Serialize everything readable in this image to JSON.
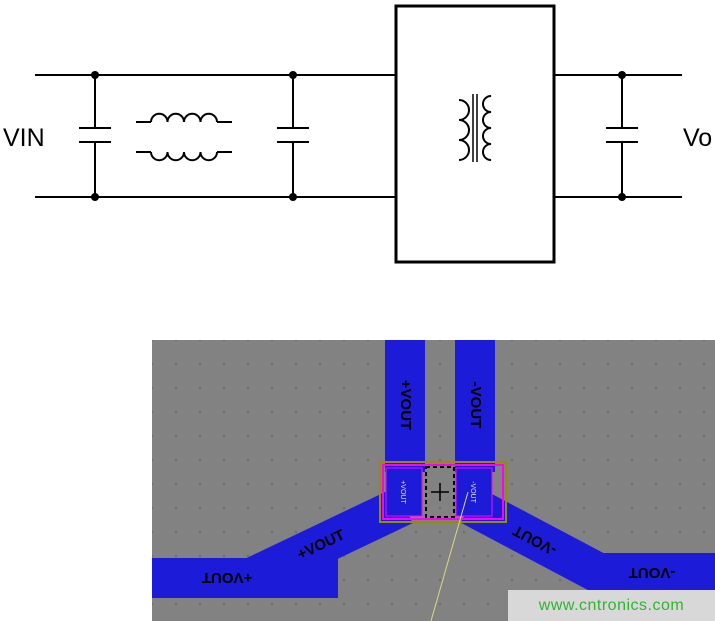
{
  "schematic": {
    "input_label": "VIN",
    "output_label": "Vo"
  },
  "pcb": {
    "trace_labels": {
      "vertical_left": "+VOUT",
      "vertical_right": "-VOUT",
      "diagonal_left": "+VOUT",
      "diagonal_right": "-VOUT",
      "horizontal_left": "+VOUT",
      "horizontal_right": "-VOUT"
    },
    "pad_labels": {
      "left": "+VOUT",
      "right": "-VOUT"
    },
    "colors": {
      "trace_blue": "#1c1cd8",
      "board_gray": "#828282",
      "footprint_outline_magenta": "#ff00ff",
      "courtyard_olive": "#8f8f00",
      "ratsnest_yellow": "#d9d980",
      "watermark_green": "#2fb52f",
      "watermark_bg": "#d8d8d8"
    }
  },
  "watermark": {
    "text": "www.cntronics.com"
  }
}
